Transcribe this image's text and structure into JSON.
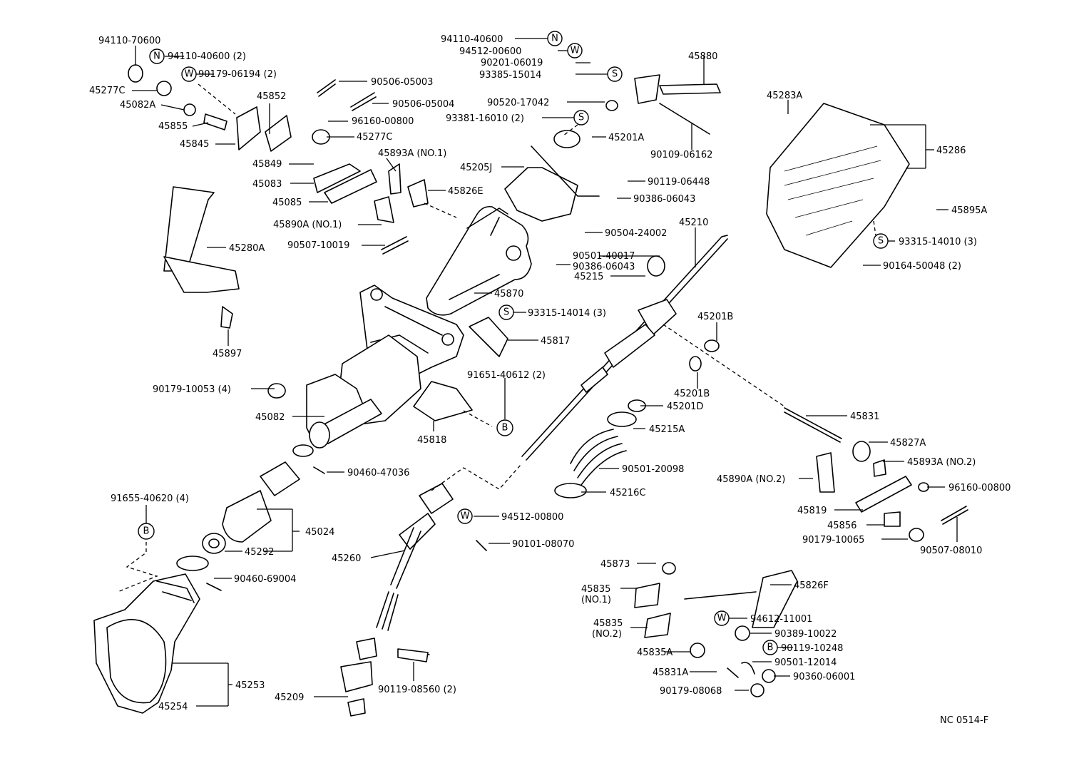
{
  "figure_code": "NC 0514-F",
  "labels": {
    "l_94110_70600": "94110-70600",
    "l_94110_40600_2": "94110-40600 (2)",
    "l_90179_06194_2": "90179-06194 (2)",
    "l_45277C_a": "45277C",
    "l_45082A": "45082A",
    "l_45855": "45855",
    "l_45845": "45845",
    "l_45852": "45852",
    "l_90506_05003": "90506-05003",
    "l_90506_05004": "90506-05004",
    "l_96160_00800_a": "96160-00800",
    "l_45277C_b": "45277C",
    "l_45849": "45849",
    "l_45083": "45083",
    "l_45085": "45085",
    "l_45890A_no1": "45890A (NO.1)",
    "l_45893A_no1": "45893A (NO.1)",
    "l_45826E": "45826E",
    "l_90507_10019": "90507-10019",
    "l_45280A": "45280A",
    "l_45897": "45897",
    "l_94110_40600": "94110-40600",
    "l_94512_00600": "94512-00600",
    "l_90201_06019": "90201-06019",
    "l_93385_15014": "93385-15014",
    "l_90520_17042": "90520-17042",
    "l_93381_16010_2": "93381-16010 (2)",
    "l_45880": "45880",
    "l_45201A": "45201A",
    "l_90109_06162": "90109-06162",
    "l_45205J": "45205J",
    "l_90119_06448": "90119-06448",
    "l_90386_06043_a": "90386-06043",
    "l_90504_24002": "90504-24002",
    "l_90501_40017": "90501-40017",
    "l_90386_06043_b": "90386-06043",
    "l_45215": "45215",
    "l_45210": "45210",
    "l_45870": "45870",
    "l_93315_14014_3": "93315-14014 (3)",
    "l_45817": "45817",
    "l_45283A": "45283A",
    "l_45286": "45286",
    "l_45895A": "45895A",
    "l_93315_14010_3": "93315-14010 (3)",
    "l_90164_50048_2": "90164-50048 (2)",
    "l_45201B_a": "45201B",
    "l_45201B_b": "45201B",
    "l_45201D": "45201D",
    "l_45215A": "45215A",
    "l_90501_20098": "90501-20098",
    "l_45216C": "45216C",
    "l_45831": "45831",
    "l_45827A": "45827A",
    "l_45893A_no2": "45893A (NO.2)",
    "l_45890A_no2": "45890A (NO.2)",
    "l_96160_00800_b": "96160-00800",
    "l_45819": "45819",
    "l_45856": "45856",
    "l_90179_10065": "90179-10065",
    "l_90507_08010": "90507-08010",
    "l_90179_10053_4": "90179-10053 (4)",
    "l_45082": "45082",
    "l_91651_40612_2": "91651-40612 (2)",
    "l_45818": "45818",
    "l_90460_47036": "90460-47036",
    "l_91655_40620_4": "91655-40620 (4)",
    "l_45024": "45024",
    "l_45292": "45292",
    "l_90460_69004": "90460-69004",
    "l_45253": "45253",
    "l_45254": "45254",
    "l_94512_00800": "94512-00800",
    "l_90101_08070": "90101-08070",
    "l_45260": "45260",
    "l_90119_08560_2": "90119-08560 (2)",
    "l_45209": "45209",
    "l_45873": "45873",
    "l_45835_no1_a": "45835",
    "l_45835_no1_b": "(NO.1)",
    "l_45835_no2_a": "45835",
    "l_45835_no2_b": "(NO.2)",
    "l_45835A": "45835A",
    "l_45831A": "45831A",
    "l_90179_08068": "90179-08068",
    "l_45826F": "45826F",
    "l_94612_11001": "94612-11001",
    "l_90389_10022": "90389-10022",
    "l_90119_10248": "90119-10248",
    "l_90501_12014": "90501-12014",
    "l_90360_06001": "90360-06001"
  },
  "symbols": {
    "N": "N",
    "W": "W",
    "S": "S",
    "B": "B"
  }
}
